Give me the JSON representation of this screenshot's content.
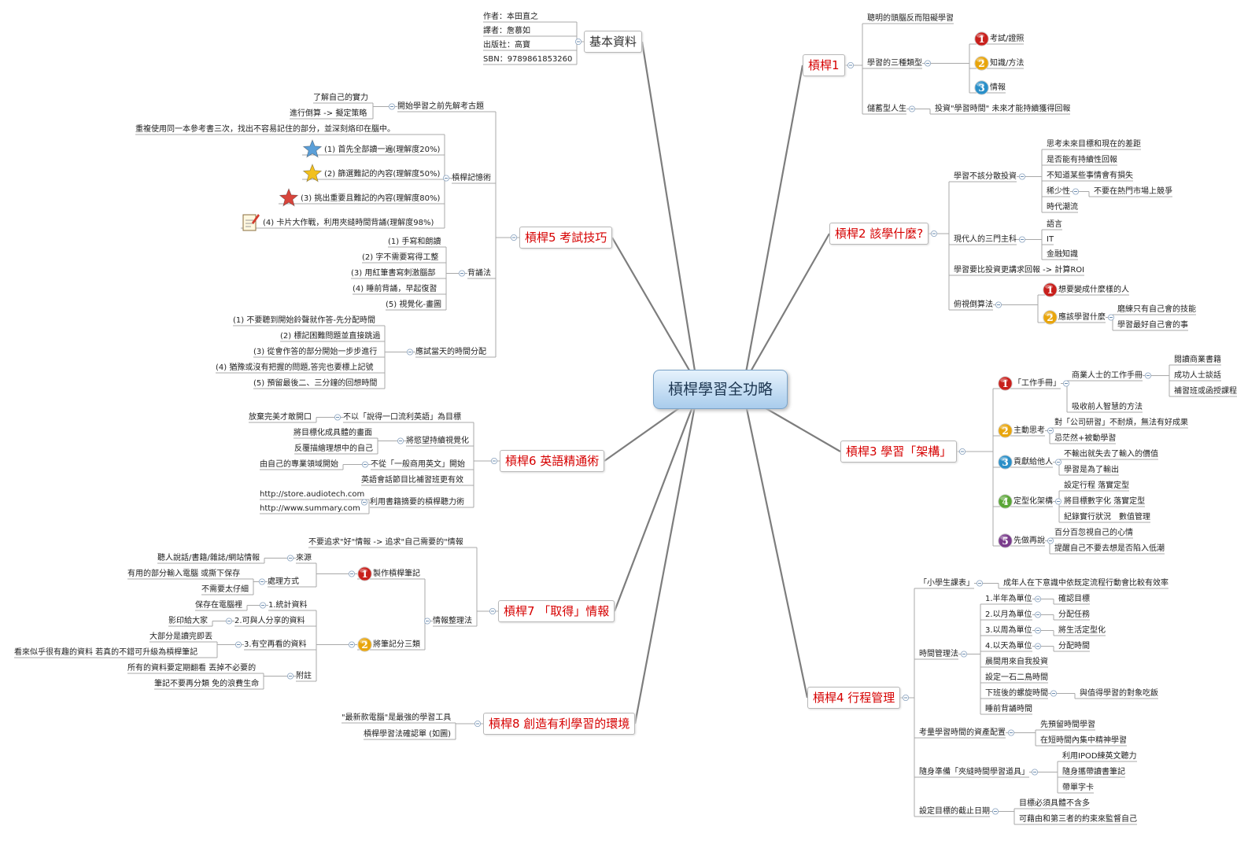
{
  "root": {
    "label": "槓桿學習全功略"
  },
  "nodes": [
    {
      "id": "info",
      "label": "基本資料",
      "kind": "g"
    },
    {
      "id": "i1",
      "label": "作者：本田直之",
      "kind": "s"
    },
    {
      "id": "i2",
      "label": "譯者：詹慕如",
      "kind": "s"
    },
    {
      "id": "i3",
      "label": "出版社：高寶",
      "kind": "s"
    },
    {
      "id": "i4",
      "label": "SBN：9789861853260",
      "kind": "s"
    },
    {
      "id": "b1",
      "label": "槓桿1",
      "kind": "m"
    },
    {
      "id": "b1a",
      "label": "聰明的頭腦反而阻礙學習",
      "kind": "s"
    },
    {
      "id": "b1b",
      "label": "學習的三種類型",
      "kind": "s"
    },
    {
      "id": "b1b1",
      "label": "考試/證照",
      "kind": "s"
    },
    {
      "id": "b1b2",
      "label": "知識/方法",
      "kind": "s"
    },
    {
      "id": "b1b3",
      "label": "情報",
      "kind": "s"
    },
    {
      "id": "b1c",
      "label": "儲蓄型人生",
      "kind": "s"
    },
    {
      "id": "b1c1",
      "label": "投資\"學習時間\" 未來才能持續獲得回報",
      "kind": "s"
    },
    {
      "id": "b2",
      "label": "槓桿2 該學什麼?",
      "kind": "m"
    },
    {
      "id": "b2a",
      "label": "學習不該分散投資",
      "kind": "s"
    },
    {
      "id": "b2a1",
      "label": "思考未來目標和現在的差距",
      "kind": "s"
    },
    {
      "id": "b2a2",
      "label": "是否能有持續性回報",
      "kind": "s"
    },
    {
      "id": "b2a3",
      "label": "不知道某些事情會有損失",
      "kind": "s"
    },
    {
      "id": "b2a4",
      "label": "稀少性",
      "kind": "s"
    },
    {
      "id": "b2a4a",
      "label": "不要在熱門市場上競爭",
      "kind": "s"
    },
    {
      "id": "b2a5",
      "label": "時代潮流",
      "kind": "s"
    },
    {
      "id": "b2b",
      "label": "現代人的三門主科",
      "kind": "s"
    },
    {
      "id": "b2b1",
      "label": "語言",
      "kind": "s"
    },
    {
      "id": "b2b2",
      "label": "IT",
      "kind": "s"
    },
    {
      "id": "b2b3",
      "label": "金融知識",
      "kind": "s"
    },
    {
      "id": "b2c",
      "label": "學習要比投資更講求回報 -> 計算ROI",
      "kind": "s"
    },
    {
      "id": "b2d",
      "label": "俯視倒算法",
      "kind": "s"
    },
    {
      "id": "b2d1",
      "label": "想要變成什麼樣的人",
      "kind": "s"
    },
    {
      "id": "b2d2",
      "label": "應該學習什麼",
      "kind": "s"
    },
    {
      "id": "b2d2a",
      "label": "磨練只有自己會的技能",
      "kind": "s"
    },
    {
      "id": "b2d2b",
      "label": "學習最好自己會的事",
      "kind": "s"
    },
    {
      "id": "b3",
      "label": "槓桿3 學習「架構」",
      "kind": "m"
    },
    {
      "id": "b3a",
      "label": "「工作手冊」",
      "kind": "s"
    },
    {
      "id": "b3a1",
      "label": "商業人士的工作手冊",
      "kind": "s"
    },
    {
      "id": "b3a1a",
      "label": "閱讀商業書籍",
      "kind": "s"
    },
    {
      "id": "b3a1b",
      "label": "成功人士談話",
      "kind": "s"
    },
    {
      "id": "b3a1c",
      "label": "補習班或函授課程",
      "kind": "s"
    },
    {
      "id": "b3a2",
      "label": "吸收前人智慧的方法",
      "kind": "s"
    },
    {
      "id": "b3b",
      "label": "主動思考",
      "kind": "s"
    },
    {
      "id": "b3b1",
      "label": "對「公司研習」不耐煩，無法有好成果",
      "kind": "s"
    },
    {
      "id": "b3b2",
      "label": "忌茫然+被動學習",
      "kind": "s"
    },
    {
      "id": "b3c",
      "label": "貢獻給他人",
      "kind": "s"
    },
    {
      "id": "b3c1",
      "label": "不輸出就失去了輸入的價值",
      "kind": "s"
    },
    {
      "id": "b3c2",
      "label": "學習是為了輸出",
      "kind": "s"
    },
    {
      "id": "b3d",
      "label": "定型化架構",
      "kind": "s"
    },
    {
      "id": "b3d1",
      "label": "設定行程 落實定型",
      "kind": "s"
    },
    {
      "id": "b3d2",
      "label": "將目標數字化 落實定型",
      "kind": "s"
    },
    {
      "id": "b3d3",
      "label": "紀錄實行狀況　數值管理",
      "kind": "s"
    },
    {
      "id": "b3e",
      "label": "先做再說",
      "kind": "s"
    },
    {
      "id": "b3e1",
      "label": "百分百忽視自己的心情",
      "kind": "s"
    },
    {
      "id": "b3e2",
      "label": "提醒自己不要去想是否陷入低潮",
      "kind": "s"
    },
    {
      "id": "b4",
      "label": "槓桿4 行程管理",
      "kind": "m"
    },
    {
      "id": "b4a",
      "label": "「小學生課表」",
      "kind": "s"
    },
    {
      "id": "b4a1",
      "label": "成年人在下意識中依既定流程行動會比較有效率",
      "kind": "s"
    },
    {
      "id": "b4b",
      "label": "時間管理法",
      "kind": "s"
    },
    {
      "id": "b4b1",
      "label": "1.半年為單位",
      "kind": "s"
    },
    {
      "id": "b4b1a",
      "label": "確認目標",
      "kind": "s"
    },
    {
      "id": "b4b2",
      "label": "2.以月為單位",
      "kind": "s"
    },
    {
      "id": "b4b2a",
      "label": "分配任務",
      "kind": "s"
    },
    {
      "id": "b4b3",
      "label": "3.以周為單位",
      "kind": "s"
    },
    {
      "id": "b4b3a",
      "label": "將生活定型化",
      "kind": "s"
    },
    {
      "id": "b4b4",
      "label": "4.以天為單位",
      "kind": "s"
    },
    {
      "id": "b4b4a",
      "label": "分配時間",
      "kind": "s"
    },
    {
      "id": "b4b5",
      "label": "晨間用來自我投資",
      "kind": "s"
    },
    {
      "id": "b4b6",
      "label": "設定一石二鳥時間",
      "kind": "s"
    },
    {
      "id": "b4b7",
      "label": "下班後的螺旋時間",
      "kind": "s"
    },
    {
      "id": "b4b7a",
      "label": "與值得學習的對象吃飯",
      "kind": "s"
    },
    {
      "id": "b4b8",
      "label": "睡前背誦時間",
      "kind": "s"
    },
    {
      "id": "b4c",
      "label": "考量學習時間的資產配置",
      "kind": "s"
    },
    {
      "id": "b4c1",
      "label": "先預留時間學習",
      "kind": "s"
    },
    {
      "id": "b4c2",
      "label": "在短時間內集中精神學習",
      "kind": "s"
    },
    {
      "id": "b4d",
      "label": "隨身準備「夾縫時間學習道具」",
      "kind": "s"
    },
    {
      "id": "b4d1",
      "label": "利用IPOD練英文聽力",
      "kind": "s"
    },
    {
      "id": "b4d2",
      "label": "隨身攜帶讀書筆記",
      "kind": "s"
    },
    {
      "id": "b4d3",
      "label": "帶單字卡",
      "kind": "s"
    },
    {
      "id": "b4e",
      "label": "設定目標的截止日期",
      "kind": "s"
    },
    {
      "id": "b4e1",
      "label": "目標必須具體不含多",
      "kind": "s"
    },
    {
      "id": "b4e2",
      "label": "可藉由和第三者的約束來監督自己",
      "kind": "s"
    },
    {
      "id": "b5",
      "label": "槓桿5 考試技巧",
      "kind": "m"
    },
    {
      "id": "b5a",
      "label": "開始學習之前先解考古題",
      "kind": "s"
    },
    {
      "id": "b5a1",
      "label": "了解自己的實力",
      "kind": "s"
    },
    {
      "id": "b5a2",
      "label": "進行倒算 -> 擬定策略",
      "kind": "s"
    },
    {
      "id": "b5b",
      "label": "槓桿記憶術",
      "kind": "s"
    },
    {
      "id": "b5b0",
      "label": "重複使用同一本參考書三次，找出不容易記住的部分，並深刻烙印在腦中。",
      "kind": "s"
    },
    {
      "id": "b5b1",
      "label": "(1) 首先全部讀一遍(理解度20%)",
      "kind": "s"
    },
    {
      "id": "b5b2",
      "label": "(2) 篩選難記的內容(理解度50%)",
      "kind": "s"
    },
    {
      "id": "b5b3",
      "label": "(3) 挑出重要且難記的內容(理解度80%)",
      "kind": "s"
    },
    {
      "id": "b5b4",
      "label": "(4) 卡片大作戰，利用夾縫時間背誦(理解度98%)",
      "kind": "s"
    },
    {
      "id": "b5c",
      "label": "背誦法",
      "kind": "s"
    },
    {
      "id": "b5c1",
      "label": "(1) 手寫和朗讀",
      "kind": "s"
    },
    {
      "id": "b5c2",
      "label": "(2) 字不需要寫得工整",
      "kind": "s"
    },
    {
      "id": "b5c3",
      "label": "(3) 用紅筆書寫刺激腦部",
      "kind": "s"
    },
    {
      "id": "b5c4",
      "label": "(4) 睡前背誦，早起復習",
      "kind": "s"
    },
    {
      "id": "b5c5",
      "label": "(5) 視覺化-畫圖",
      "kind": "s"
    },
    {
      "id": "b5d",
      "label": "應試當天的時間分配",
      "kind": "s"
    },
    {
      "id": "b5d1",
      "label": "(1) 不要聽到開始鈴聲就作答-先分配時間",
      "kind": "s"
    },
    {
      "id": "b5d2",
      "label": "(2) 標記困難問題並直接跳過",
      "kind": "s"
    },
    {
      "id": "b5d3",
      "label": "(3) 從會作答的部分開始一步步進行",
      "kind": "s"
    },
    {
      "id": "b5d4",
      "label": "(4) 猶豫或沒有把握的問題,答完也要標上記號",
      "kind": "s"
    },
    {
      "id": "b5d5",
      "label": "(5) 預留最後二、三分鐘的回想時間",
      "kind": "s"
    },
    {
      "id": "b6",
      "label": "槓桿6 英語精通術",
      "kind": "m"
    },
    {
      "id": "b6a",
      "label": "不以「說得一口流利英語」為目標",
      "kind": "s"
    },
    {
      "id": "b6a1",
      "label": "放棄完美才敢開口",
      "kind": "s"
    },
    {
      "id": "b6b",
      "label": "將慾望持續視覺化",
      "kind": "s"
    },
    {
      "id": "b6b1",
      "label": "將目標化成具體的畫面",
      "kind": "s"
    },
    {
      "id": "b6b2",
      "label": "反覆描繪理想中的自己",
      "kind": "s"
    },
    {
      "id": "b6c",
      "label": "不從「一般商用英文」開始",
      "kind": "s"
    },
    {
      "id": "b6c1",
      "label": "由自己的專業領域開始",
      "kind": "s"
    },
    {
      "id": "b6d",
      "label": "英語會話節目比補習班更有效",
      "kind": "s"
    },
    {
      "id": "b6e",
      "label": "利用書籍摘要的槓桿聽力術",
      "kind": "s"
    },
    {
      "id": "b6e1",
      "label": "http://store.audiotech.com",
      "kind": "s"
    },
    {
      "id": "b6e2",
      "label": "http://www.summary.com",
      "kind": "s"
    },
    {
      "id": "b7",
      "label": "槓桿7 「取得」情報",
      "kind": "m"
    },
    {
      "id": "b7a",
      "label": "不要追求\"好\"情報 -> 追求\"自己需要的\"情報",
      "kind": "s"
    },
    {
      "id": "b7b",
      "label": "情報整理法",
      "kind": "s"
    },
    {
      "id": "b7b1",
      "label": "製作槓桿筆記",
      "kind": "s"
    },
    {
      "id": "b7b1a",
      "label": "來源",
      "kind": "s"
    },
    {
      "id": "b7b1a1",
      "label": "聽人說話/書籍/雜誌/網站情報",
      "kind": "s"
    },
    {
      "id": "b7b1b",
      "label": "處理方式",
      "kind": "s"
    },
    {
      "id": "b7b1b1",
      "label": "有用的部分輸入電腦 或撕下保存",
      "kind": "s"
    },
    {
      "id": "b7b1b2",
      "label": "不需要太仔細",
      "kind": "s"
    },
    {
      "id": "b7b2",
      "label": "將筆記分三類",
      "kind": "s"
    },
    {
      "id": "b7b2a",
      "label": "1.統計資料",
      "kind": "s"
    },
    {
      "id": "b7b2a1",
      "label": "保存在電腦裡",
      "kind": "s"
    },
    {
      "id": "b7b2b",
      "label": "2.可與人分享的資料",
      "kind": "s"
    },
    {
      "id": "b7b2b1",
      "label": "影印給大家",
      "kind": "s"
    },
    {
      "id": "b7b2c",
      "label": "3.有空再看的資料",
      "kind": "s"
    },
    {
      "id": "b7b2c1",
      "label": "大部分是讀完即丟",
      "kind": "s"
    },
    {
      "id": "b7b2c2",
      "label": "看來似乎很有趣的資料 若真的不錯可升級為槓桿筆記",
      "kind": "s"
    },
    {
      "id": "b7b2d",
      "label": "附註",
      "kind": "s"
    },
    {
      "id": "b7b2d1",
      "label": "所有的資料要定期翻看 丟掉不必要的",
      "kind": "s"
    },
    {
      "id": "b7b2d2",
      "label": "筆記不要再分類 免的浪費生命",
      "kind": "s"
    },
    {
      "id": "b8",
      "label": "槓桿8 創造有利學習的環境",
      "kind": "m"
    },
    {
      "id": "b8a",
      "label": "\"最新款電腦\"是最強的學習工具",
      "kind": "s"
    },
    {
      "id": "b8b",
      "label": "槓桿學習法確認單 (如圖)",
      "kind": "s"
    }
  ],
  "markers": [
    {
      "node": "b1b1",
      "type": "num",
      "label": "1",
      "color": "#c8201c"
    },
    {
      "node": "b1b2",
      "type": "num",
      "label": "2",
      "color": "#e8a50c"
    },
    {
      "node": "b1b3",
      "type": "num",
      "label": "3",
      "color": "#2a8fc8"
    },
    {
      "node": "b2d1",
      "type": "num",
      "label": "1",
      "color": "#c8201c"
    },
    {
      "node": "b2d2",
      "type": "num",
      "label": "2",
      "color": "#e8a50c"
    },
    {
      "node": "b3a",
      "type": "num",
      "label": "1",
      "color": "#c8201c"
    },
    {
      "node": "b3b",
      "type": "num",
      "label": "2",
      "color": "#e8a50c"
    },
    {
      "node": "b3c",
      "type": "num",
      "label": "3",
      "color": "#2a8fc8"
    },
    {
      "node": "b3d",
      "type": "num",
      "label": "4",
      "color": "#5aa636"
    },
    {
      "node": "b3e",
      "type": "num",
      "label": "5",
      "color": "#7a3c8c"
    },
    {
      "node": "b7b1",
      "type": "num",
      "label": "1",
      "color": "#c8201c"
    },
    {
      "node": "b7b2",
      "type": "num",
      "label": "2",
      "color": "#e8a50c"
    },
    {
      "node": "b5b1",
      "type": "star-icon",
      "color": "#5b9fd8"
    },
    {
      "node": "b5b2",
      "type": "star-icon",
      "color": "#f2c01e"
    },
    {
      "node": "b5b3",
      "type": "star-icon",
      "color": "#d8453c"
    },
    {
      "node": "b5b4",
      "type": "note-icon",
      "color": "#d23b2c"
    }
  ],
  "colors": {
    "line": "#888888",
    "accent": "#d60000"
  }
}
